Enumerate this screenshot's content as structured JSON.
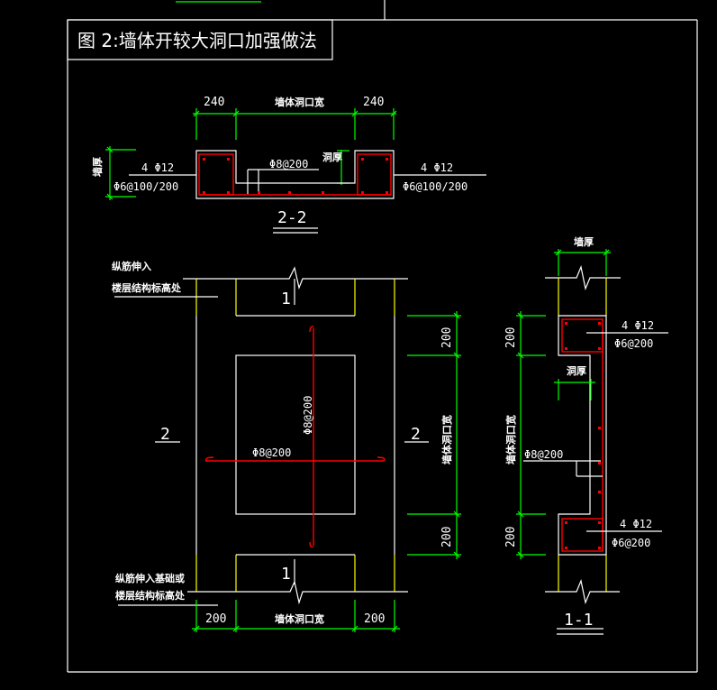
{
  "title": "图 2:墙体开较大洞口加强做法",
  "colors": {
    "background": "#000000",
    "outline": "#ffffff",
    "dimension": "#00ff00",
    "rebar": "#ff0000",
    "wall_edge": "#ffff00"
  },
  "section_2_2": {
    "label": "2-2",
    "dims_top": [
      "240",
      "墙体洞口宽",
      "240"
    ],
    "left_dim": "墙厚",
    "right_dim": "洞厚",
    "left_callout": {
      "main": "4 Φ12",
      "stirrup": "Φ6@100/200"
    },
    "right_callout": {
      "main": "4 Φ12",
      "stirrup": "Φ6@100/200"
    },
    "middle_callout": "Φ8@200"
  },
  "elevation": {
    "note_top": [
      "纵筋伸入",
      "楼层结构标高处"
    ],
    "note_bottom": [
      "纵筋伸入基础或",
      "楼层结构标高处"
    ],
    "section_mark_left": "2",
    "section_mark_right": "2",
    "section_mark_top": "1",
    "section_mark_bottom": "1",
    "rebar_h": "Φ8@200",
    "rebar_v": "Φ8@200",
    "dims_bottom": [
      "200",
      "墙体洞口宽",
      "200"
    ],
    "dims_right": [
      "200",
      "墙体洞口宽",
      "200"
    ]
  },
  "section_1_1": {
    "label": "1-1",
    "top_dim": "墙厚",
    "hole_dim": "洞厚",
    "dims_left": [
      "200",
      "墙体洞口宽",
      "200"
    ],
    "top_callout": {
      "main": "4 Φ12",
      "stirrup": "Φ6@200"
    },
    "middle_callout": "Φ8@200",
    "bottom_callout": {
      "main": "4 Φ12",
      "stirrup": "Φ6@200"
    }
  }
}
